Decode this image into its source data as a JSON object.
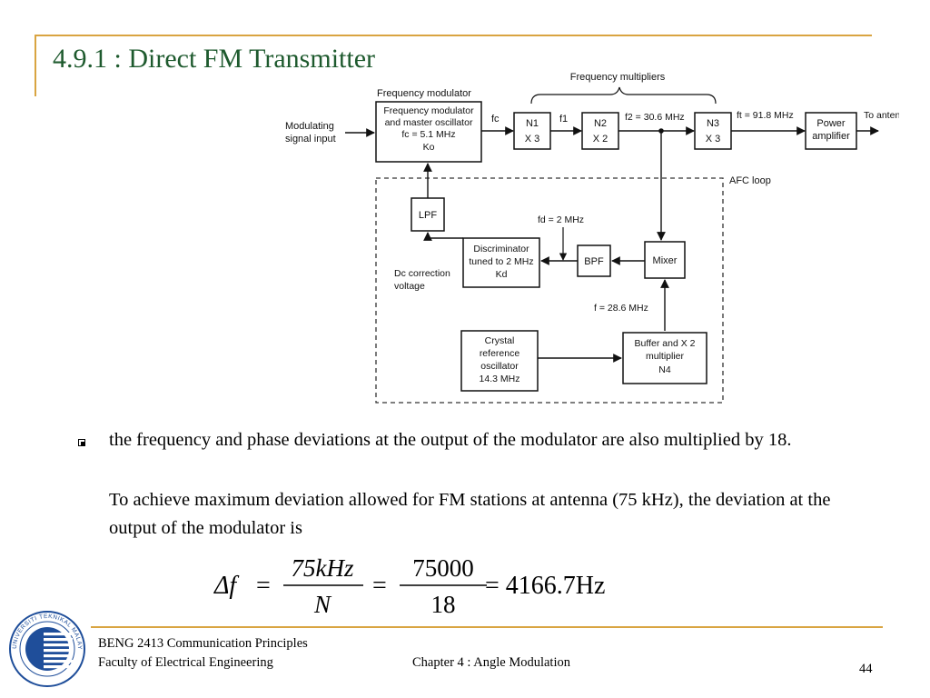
{
  "slide": {
    "title": "4.9.1 : Direct FM Transmitter",
    "bullet_text": "the frequency and phase deviations at the output of the modulator are also multiplied by 18.",
    "paragraph_text": "To achieve maximum deviation allowed for FM stations at antenna (75 kHz), the deviation at the output of the modulator is"
  },
  "diagram": {
    "freq_multipliers_label": "Frequency multipliers",
    "freq_modulator_heading": "Frequency modulator",
    "modulating_input_line1": "Modulating",
    "modulating_input_line2": "signal input",
    "modulator_box": {
      "line1": "Frequency modulator",
      "line2": "and master oscillator",
      "line3": "fc = 5.1 MHz",
      "line4": "Ko"
    },
    "fc_label": "fc",
    "n1_box": {
      "line1": "N1",
      "line2": "X 3"
    },
    "f1_label": "f1",
    "n2_box": {
      "line1": "N2",
      "line2": "X 2"
    },
    "f2_label": "f2 = 30.6 MHz",
    "n3_box": {
      "line1": "N3",
      "line2": "X 3"
    },
    "ft_label": "ft = 91.8 MHz",
    "power_amp_box": {
      "line1": "Power",
      "line2": "amplifier"
    },
    "antenna_label": "To antenna",
    "afc_loop_label": "AFC loop",
    "lpf_label": "LPF",
    "fd_label": "fd = 2 MHz",
    "discriminator_box": {
      "line1": "Discriminator",
      "line2": "tuned to 2 MHz",
      "line3": "Kd"
    },
    "bpf_label": "BPF",
    "mixer_label": "Mixer",
    "dc_correction_line1": "Dc correction",
    "dc_correction_line2": "voltage",
    "f_mixer_label": "f = 28.6 MHz",
    "crystal_box": {
      "line1": "Crystal",
      "line2": "reference",
      "line3": "oscillator",
      "line4": "14.3 MHz"
    },
    "buffer_box": {
      "line1": "Buffer and X 2",
      "line2": "multiplier",
      "line3": "N4"
    }
  },
  "equation": {
    "lhs": "Δf",
    "equals": "=",
    "frac1_num": "75kHz",
    "frac1_den": "N",
    "frac2_num": "75000",
    "frac2_den": "18",
    "result": "= 4166.7Hz"
  },
  "footer": {
    "course": "BENG 2413 Communication Principles",
    "faculty": "Faculty of Electrical Engineering",
    "chapter": "Chapter 4 : Angle Modulation",
    "page": "44"
  },
  "logo": {
    "name": "university-seal",
    "ring_text": "UNIVERSITI TEKNIKAL MALAYSIA MELAKA"
  },
  "colors": {
    "title": "#1e5a2e",
    "rule": "#d9a441",
    "logo_blue": "#1f4e9a"
  }
}
